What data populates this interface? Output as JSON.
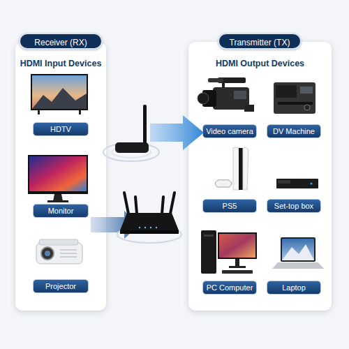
{
  "diagram": {
    "nodes": [
      {
        "text": [
          "Receiver (RX)",
          "HDMI Input Devices"
        ]
      },
      {
        "text": [
          "HDTV"
        ],
        "in": 0
      },
      {
        "text": [
          "Monitor"
        ],
        "in": 0
      },
      {
        "text": [
          "Projector"
        ],
        "in": 0
      },
      {
        "text": [
          "Transmitter (TX)",
          "HDMI Output Devices"
        ]
      },
      {
        "text": [
          "Video camera"
        ],
        "in": 4
      },
      {
        "text": [
          "DV Machine"
        ],
        "in": 4
      },
      {
        "text": [
          "PS5"
        ],
        "in": 4
      },
      {
        "text": [
          "Set-top box"
        ],
        "in": 4
      },
      {
        "text": [
          "PC Computer"
        ],
        "in": 4
      },
      {
        "text": [
          "Laptop"
        ],
        "in": 4
      }
    ]
  }
}
